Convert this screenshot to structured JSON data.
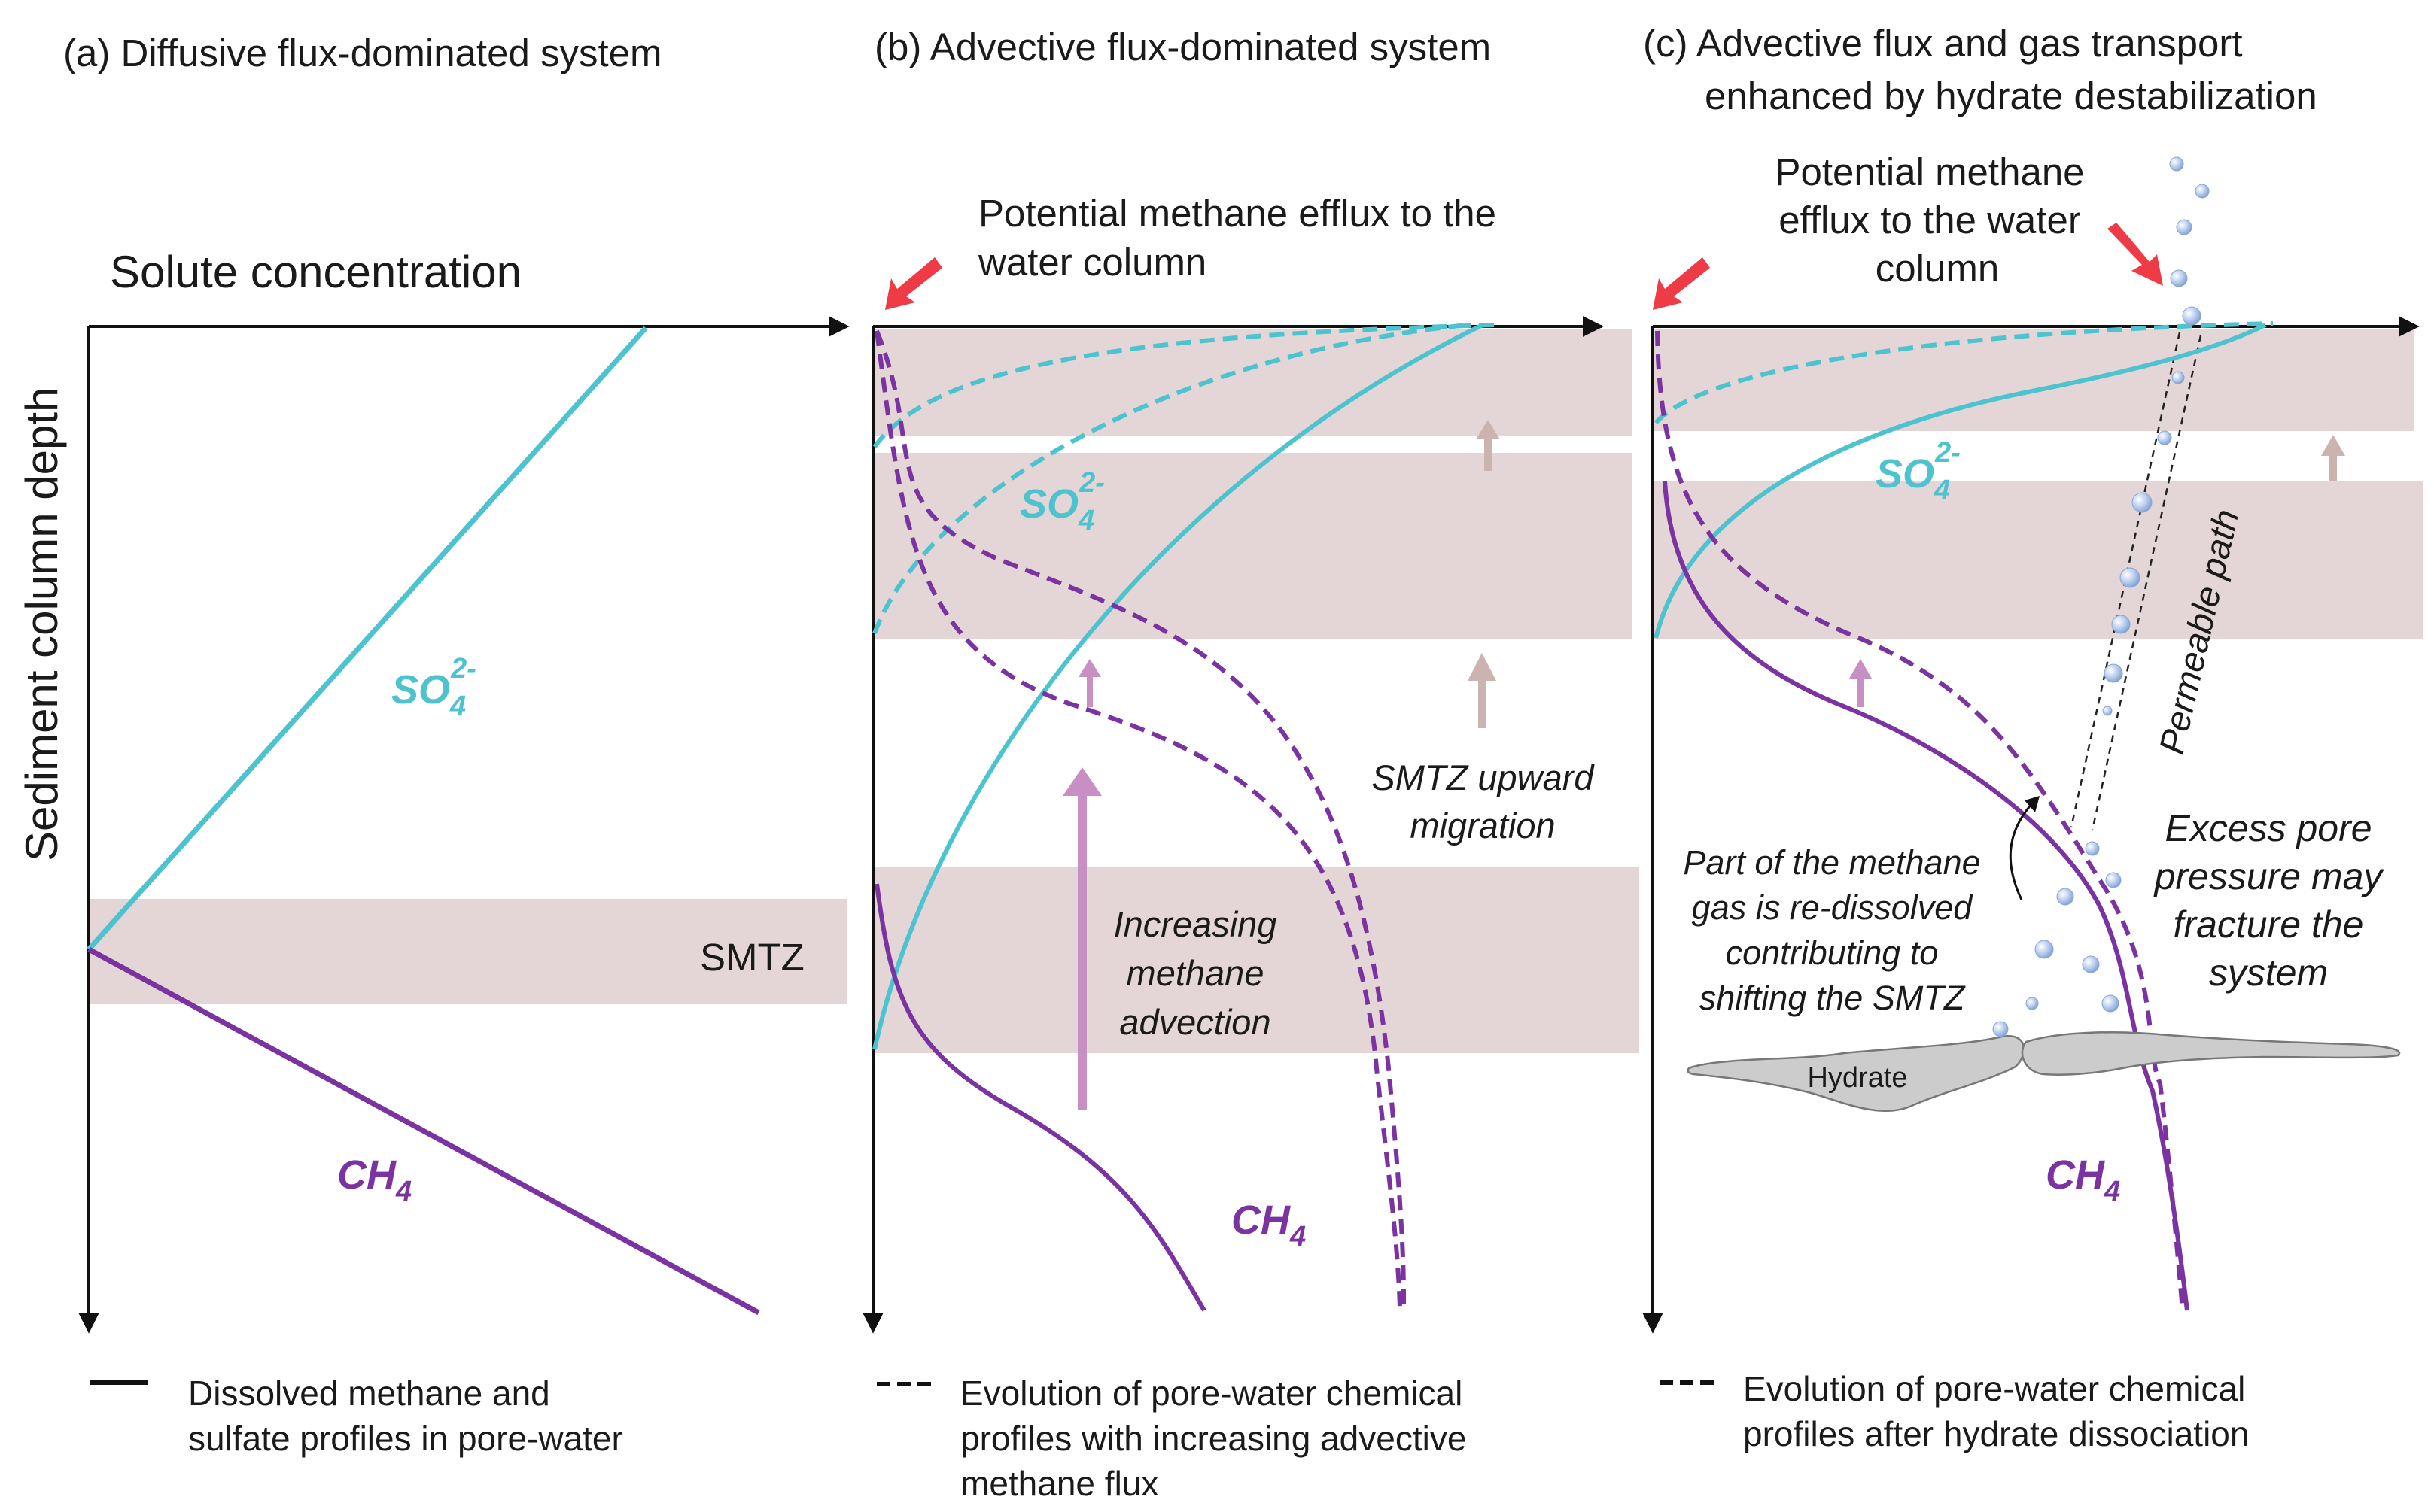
{
  "colors": {
    "sulfate": "#4dc3cf",
    "methane": "#7a33a0",
    "smtz_band": "#e4d6d6",
    "arrow_smtz": "#cbb3b0",
    "arrow_advection": "#c78fc4",
    "efflux_arrow": "#ee3b45",
    "axis": "#111111",
    "hydrate_fill": "#cccccc",
    "bubble": "#a9c3ea"
  },
  "panels": {
    "a": {
      "title": "(a) Diffusive flux-dominated system"
    },
    "b": {
      "title": "(b) Advective flux-dominated system"
    },
    "c": {
      "title_line1": "(c) Advective flux and gas transport",
      "title_line2": "enhanced by hydrate destabilization"
    }
  },
  "axes": {
    "x_label": "Solute concentration",
    "y_label": "Sediment column depth"
  },
  "chem": {
    "sulfate_main": "SO",
    "sulfate_sub": "4",
    "sulfate_sup": "2-",
    "methane_main": "CH",
    "methane_sub": "4"
  },
  "labels": {
    "smtz": "SMTZ",
    "hydrate": "Hydrate",
    "efflux_b_line1": "Potential methane efflux to the",
    "efflux_b_line2": "water column",
    "efflux_c_line1": "Potential methane",
    "efflux_c_line2": "efflux to the water",
    "efflux_c_line3": "column",
    "smtz_migration_line1": "SMTZ upward",
    "smtz_migration_line2": "migration",
    "advection_line1": "Increasing",
    "advection_line2": "methane",
    "advection_line3": "advection",
    "permeable_path": "Permeable path",
    "redissolved_line1": "Part of the methane",
    "redissolved_line2": "gas is re-dissolved",
    "redissolved_line3": "contributing to",
    "redissolved_line4": "shifting the SMTZ",
    "pore_pressure_line1": "Excess pore",
    "pore_pressure_line2": "pressure may",
    "pore_pressure_line3": "fracture the",
    "pore_pressure_line4": "system"
  },
  "legend": {
    "a_line1": "Dissolved methane and",
    "a_line2": "sulfate profiles in pore-water",
    "b_line1": "Evolution of pore-water chemical",
    "b_line2": "profiles with increasing advective",
    "b_line3": "methane flux",
    "c_line1": "Evolution of pore-water chemical",
    "c_line2": "profiles after hydrate dissociation"
  }
}
